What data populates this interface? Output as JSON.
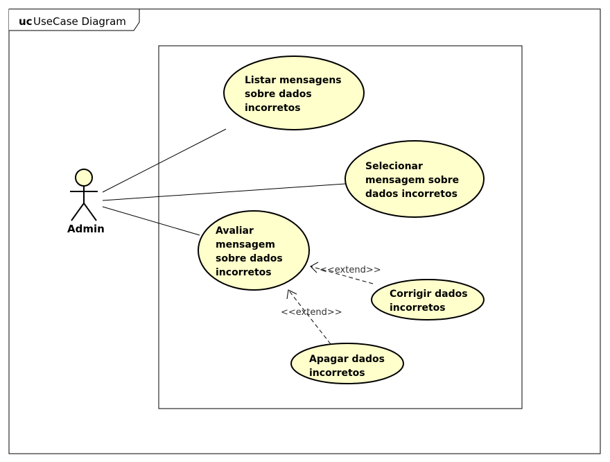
{
  "frame": {
    "keyword": "uc",
    "name": "UseCase Diagram"
  },
  "actor": {
    "name": "Admin",
    "fill": "#ffffcc"
  },
  "use_cases": [
    {
      "id": "listar",
      "lines": [
        "Listar mensagens",
        "sobre dados",
        "incorretos"
      ]
    },
    {
      "id": "selecionar",
      "lines": [
        "Selecionar",
        "mensagem sobre",
        "dados incorretos"
      ]
    },
    {
      "id": "avaliar",
      "lines": [
        "Avaliar",
        "mensagem",
        "sobre dados",
        "incorretos"
      ]
    },
    {
      "id": "corrigir",
      "lines": [
        "Corrigir dados",
        "incorretos"
      ]
    },
    {
      "id": "apagar",
      "lines": [
        "Apagar dados",
        "incorretos"
      ]
    }
  ],
  "relations": {
    "extend_label": "<<extend>>"
  },
  "colors": {
    "use_case_fill": "#ffffcc",
    "stroke": "#000000"
  }
}
